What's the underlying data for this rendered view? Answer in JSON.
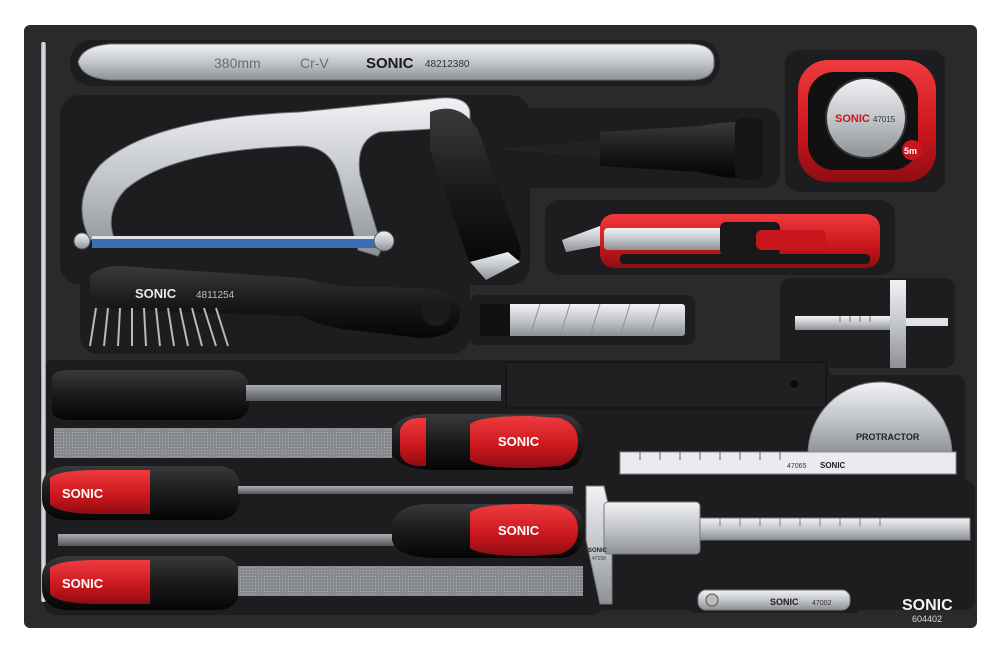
{
  "tray": {
    "brand": "SONIC",
    "set_number": "604402"
  },
  "tools": {
    "tire_lever": {
      "size": "380mm",
      "material": "Cr-V",
      "brand": "SONIC",
      "part": "48212380"
    },
    "wire_brush": {
      "brand": "SONIC",
      "part": "4811254"
    },
    "tape_measure": {
      "brand": "SONIC",
      "part": "47015",
      "length": "5m"
    },
    "protractor": {
      "label": "PROTRACTOR"
    },
    "ruler": {
      "brand": "SONIC",
      "part": "47065"
    },
    "vernier_caliper": {
      "brand": "SONIC",
      "part": "47150"
    },
    "feeler_gauge": {
      "brand": "SONIC",
      "part": "47002"
    },
    "screwdriver_file_handles": [
      {
        "brand": "SONIC"
      },
      {
        "brand": "SONIC"
      },
      {
        "brand": "SONIC"
      },
      {
        "brand": "SONIC"
      }
    ]
  },
  "colors": {
    "foam": "#2b2b2d",
    "foam_dark": "#1b1b1d",
    "steel": "#c9ccd0",
    "handle_red": "#d01e24",
    "handle_black": "#161616"
  }
}
